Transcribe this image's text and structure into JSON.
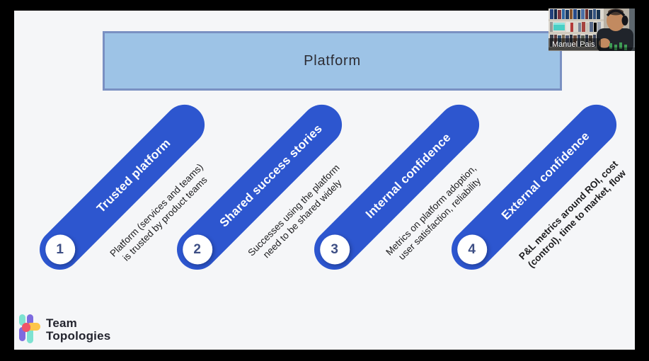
{
  "colors": {
    "pill_blue": "#2d56cf",
    "platform_fill": "#9dc3e6",
    "platform_border": "#7a90c2",
    "slide_background": "#f5f6f8",
    "step_number_blue": "#3e4f85",
    "description_text": "#1d1d1f",
    "logo_teal": "#7de2d1",
    "logo_purple": "#7d6bdf",
    "logo_yellow": "#fdc64b",
    "logo_red": "#ef5468",
    "logo_text": "#23242e"
  },
  "slide": {
    "header": {
      "title": "Platform"
    },
    "steps": [
      {
        "number": "1",
        "label": "Trusted platform",
        "desc1": "Platform (services and teams)",
        "desc2": "is trusted by product teams"
      },
      {
        "number": "2",
        "label": "Shared success stories",
        "desc1": "Successes using the platform",
        "desc2": "need to be shared widely"
      },
      {
        "number": "3",
        "label": "Internal confidence",
        "desc1": "Metrics on platform adoption,",
        "desc2": "user satisfaction, reliability"
      },
      {
        "number": "4",
        "label": "External confidence",
        "desc1": "P&L metrics around ROI, cost",
        "desc2": "(control), time to market, flow"
      }
    ],
    "logo": {
      "word1": "Team",
      "word2": "Topologies"
    }
  },
  "video_call": {
    "participant_name": "Manuel Pais"
  }
}
